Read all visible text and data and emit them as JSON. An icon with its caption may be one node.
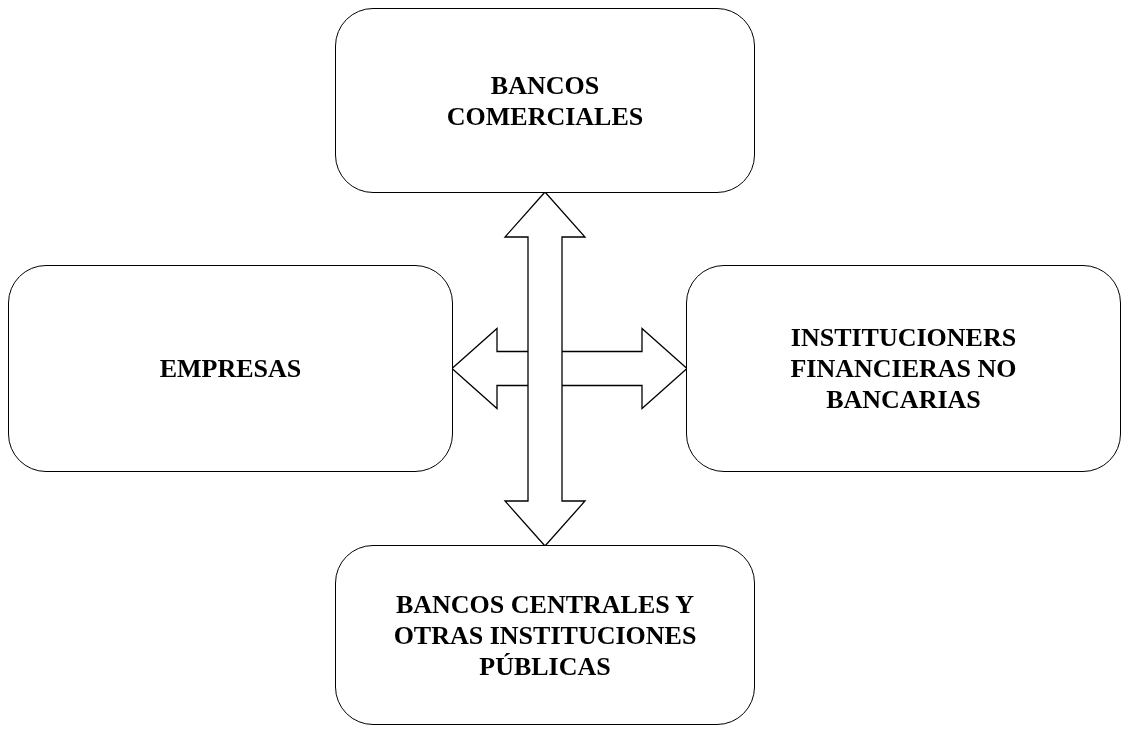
{
  "diagram": {
    "nodes": [
      {
        "text": [
          "BANCOS COMERCIALES"
        ]
      },
      {
        "text": [
          "EMPRESAS"
        ]
      },
      {
        "text": [
          "INSTITUCIONERS FINANCIERAS NO BANCARIAS"
        ]
      },
      {
        "text": [
          "BANCOS CENTRALES Y OTRAS INSTITUCIONES PÚBLICAS"
        ]
      }
    ],
    "edges": [
      {
        "from": 1,
        "to": 2,
        "arrow": "both"
      },
      {
        "from": 0,
        "to": 3,
        "arrow": "both"
      }
    ]
  }
}
